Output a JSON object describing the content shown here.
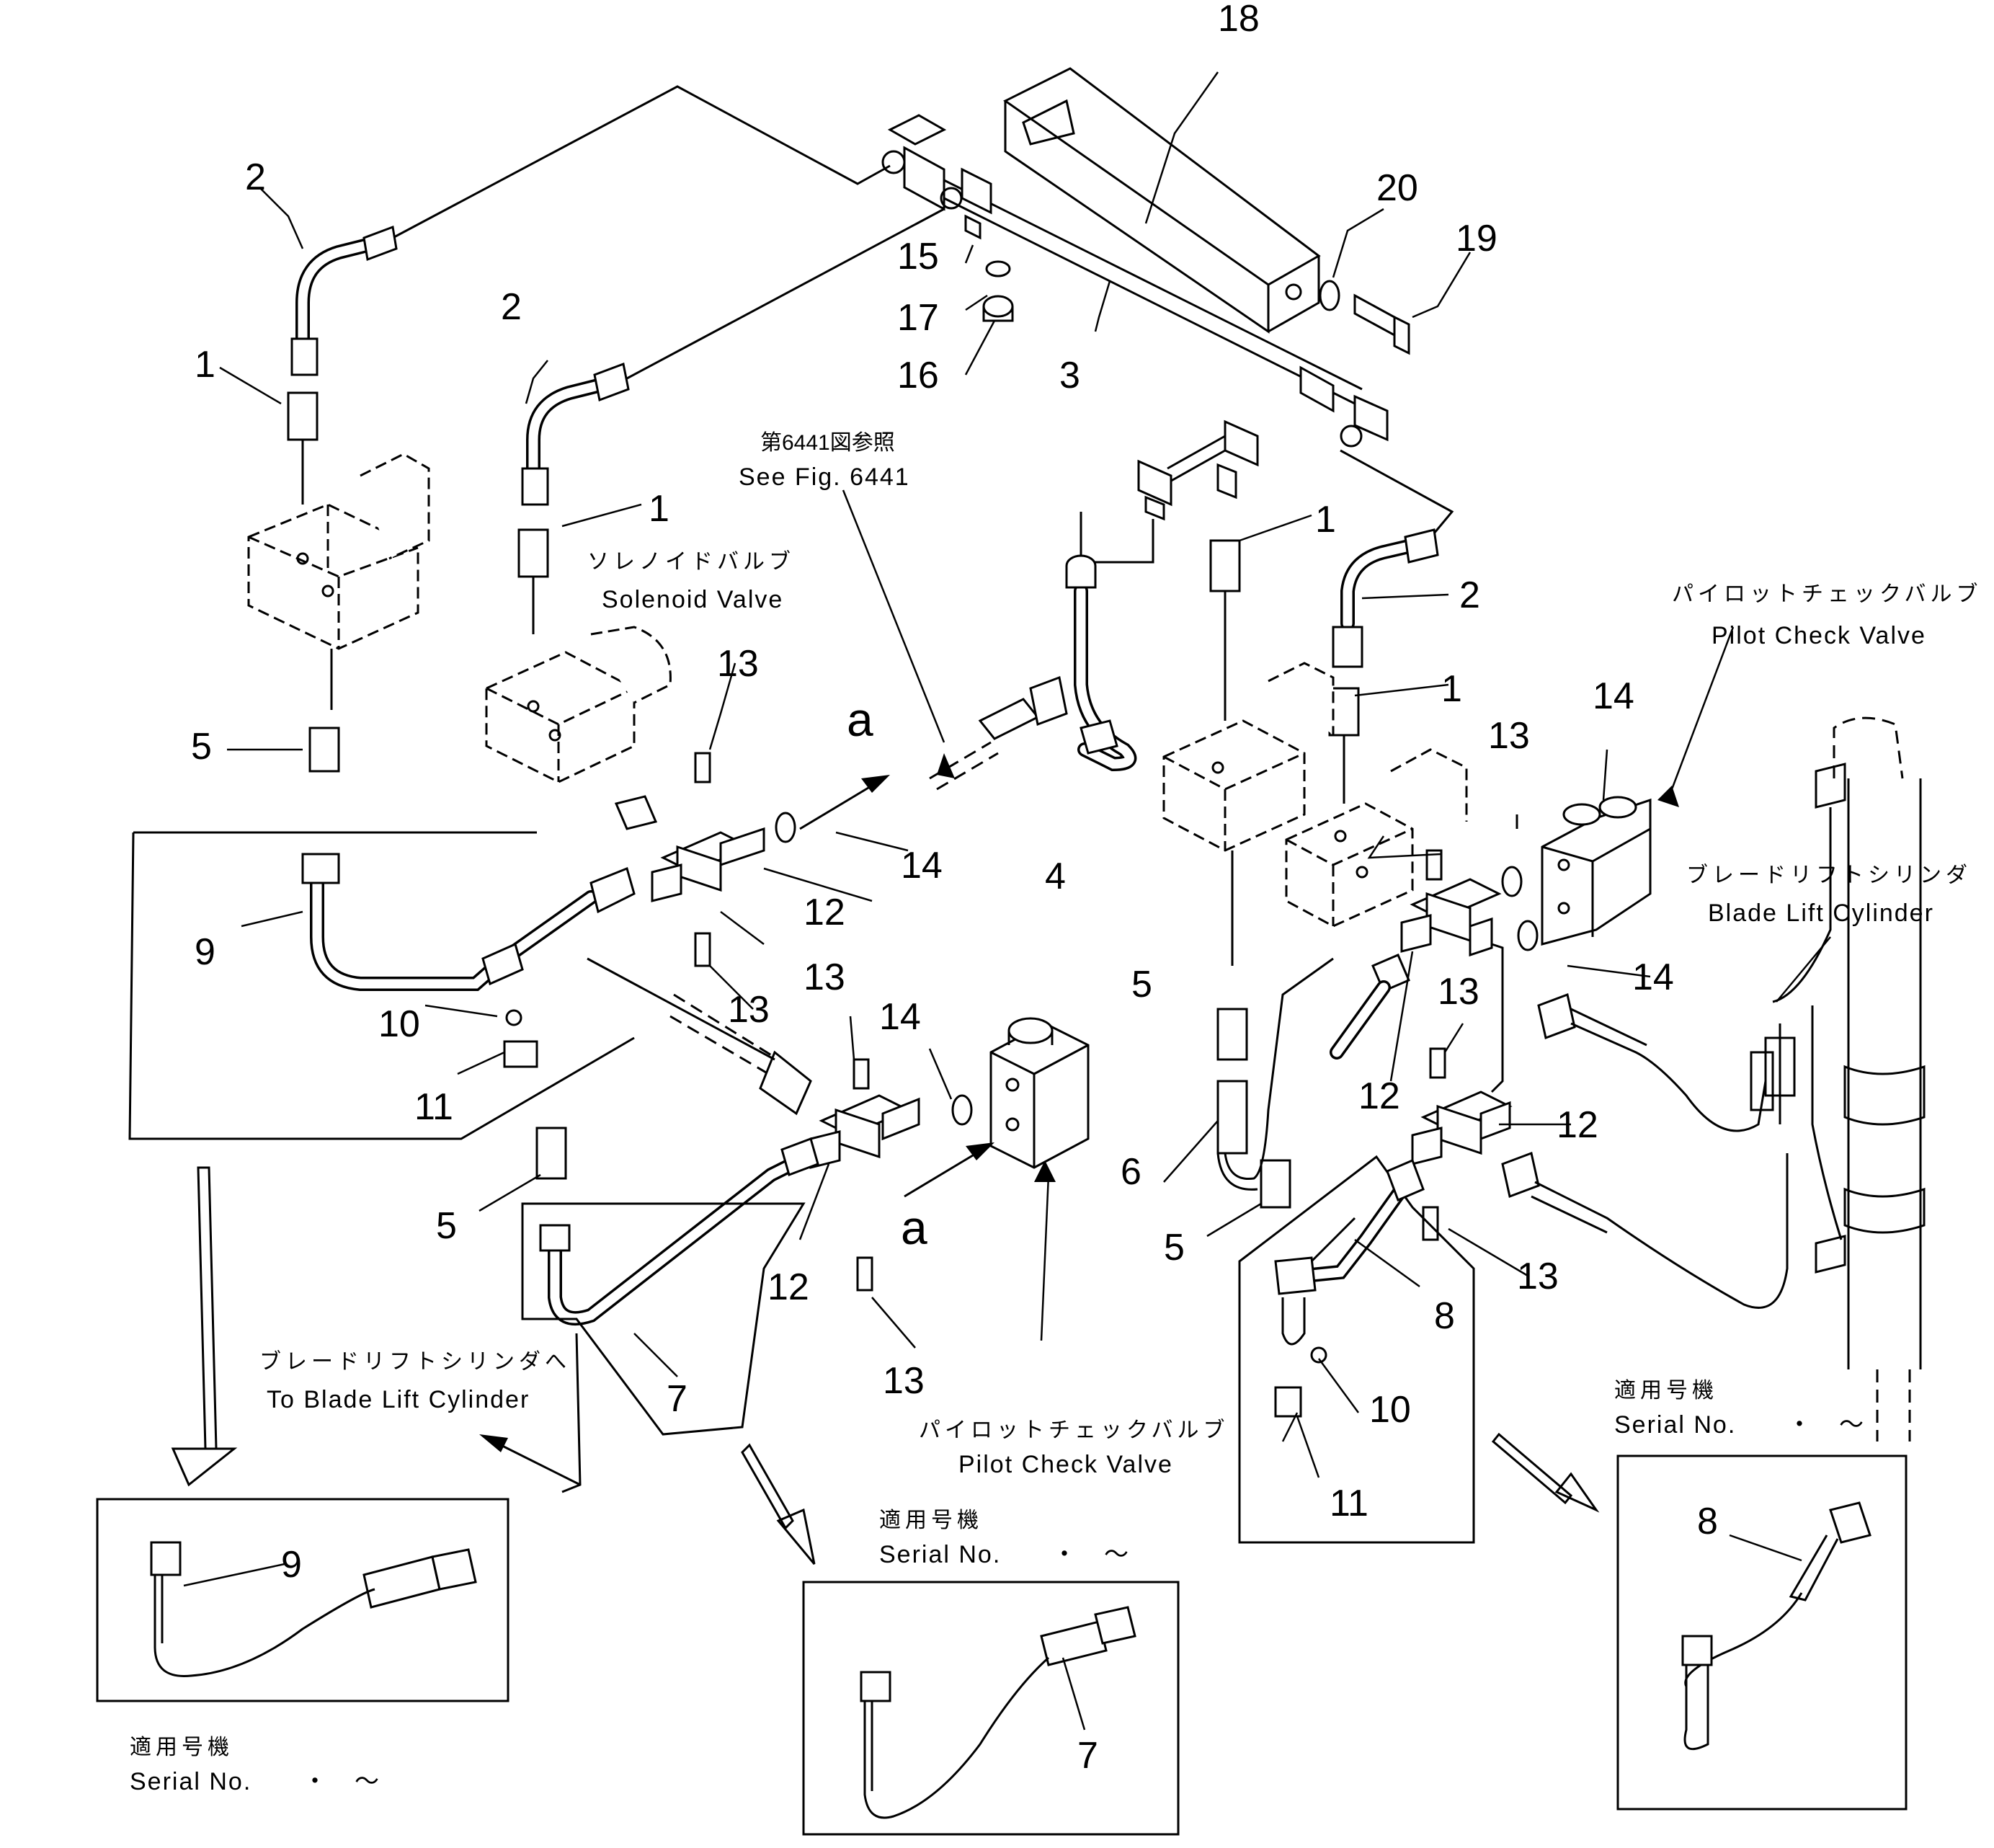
{
  "callouts": {
    "n1": "1",
    "n2": "2",
    "n3": "3",
    "n4": "4",
    "n5": "5",
    "n6": "6",
    "n7": "7",
    "n8": "8",
    "n9": "9",
    "n10": "10",
    "n11": "11",
    "n12": "12",
    "n13": "13",
    "n14": "14",
    "n15": "15",
    "n16": "16",
    "n17": "17",
    "n18": "18",
    "n19": "19",
    "n20": "20",
    "a": "a"
  },
  "annotations": {
    "see_fig_jp": "第6441図参照",
    "see_fig_en": "See Fig. 6441",
    "solenoid_jp": "ソレノイドバルブ",
    "solenoid_en": "Solenoid Valve",
    "pilot_check_jp": "パイロットチェックバルブ",
    "pilot_check_en": "Pilot Check Valve",
    "blade_lift_jp": "ブレードリフトシリンダ",
    "blade_lift_en": "Blade Lift Cylinder",
    "to_blade_lift_jp": "ブレードリフトシリンダへ",
    "to_blade_lift_en": "To Blade Lift Cylinder"
  },
  "serial_boxes": {
    "applicable_jp": "適用号機",
    "serial_en": "Serial No.",
    "range_mark": "・　～"
  },
  "colors": {
    "ink": "#000000",
    "paper": "#ffffff"
  }
}
